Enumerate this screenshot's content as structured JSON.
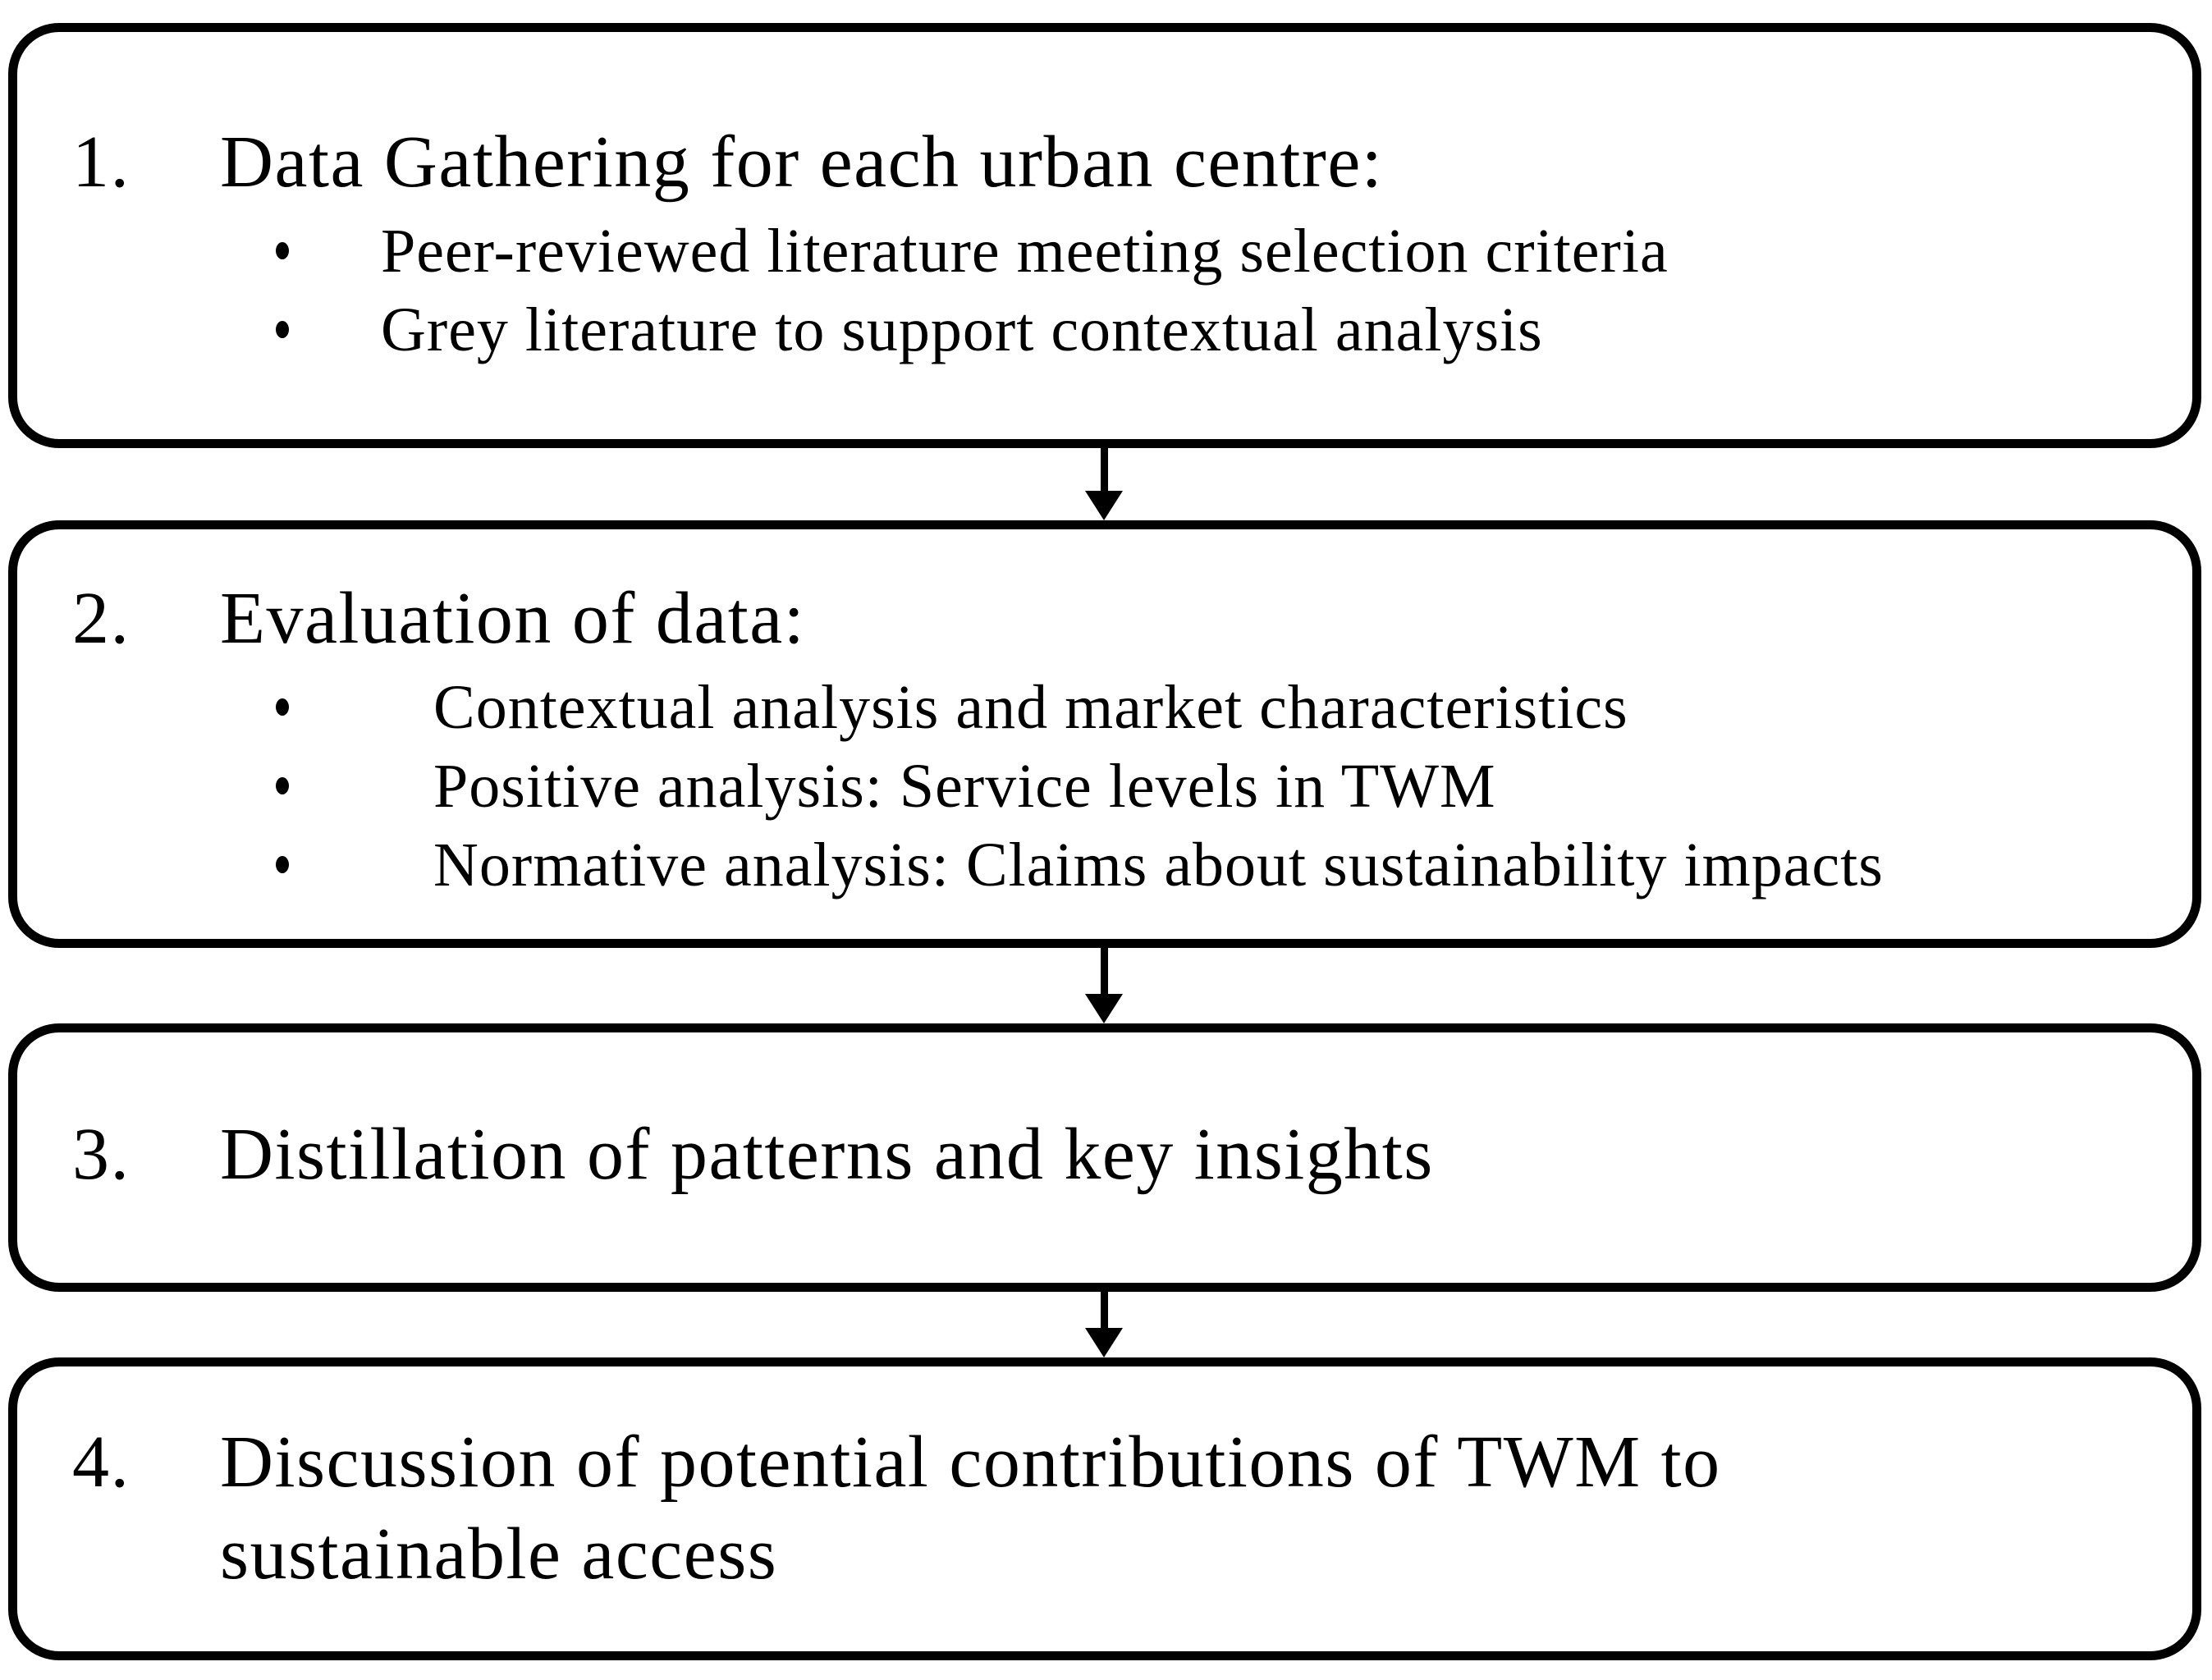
{
  "figure": {
    "type": "flowchart",
    "direction": "top-down",
    "colors": {
      "background": "#ffffff",
      "box_border": "#000000",
      "text": "#000000",
      "arrow": "#000000"
    },
    "steps": [
      {
        "number": "1.",
        "title": "Data Gathering for each urban centre:",
        "bullets": [
          "Peer-reviewed literature meeting selection criteria",
          "Grey literature to support contextual analysis"
        ]
      },
      {
        "number": "2.",
        "title": "Evaluation of data:",
        "bullets": [
          "Contextual analysis and market characteristics",
          "Positive analysis: Service levels in TWM",
          "Normative analysis: Claims about sustainability impacts"
        ]
      },
      {
        "number": "3.",
        "title": "Distillation of patterns and key insights",
        "bullets": []
      },
      {
        "number": "4.",
        "title": "Discussion of potential contributions of TWM to sustainable access",
        "title_lines": [
          "Discussion of potential contributions of TWM to",
          "sustainable access"
        ],
        "bullets": []
      }
    ],
    "connectors": [
      {
        "from": 1,
        "to": 2
      },
      {
        "from": 2,
        "to": 3
      },
      {
        "from": 3,
        "to": 4
      }
    ]
  }
}
